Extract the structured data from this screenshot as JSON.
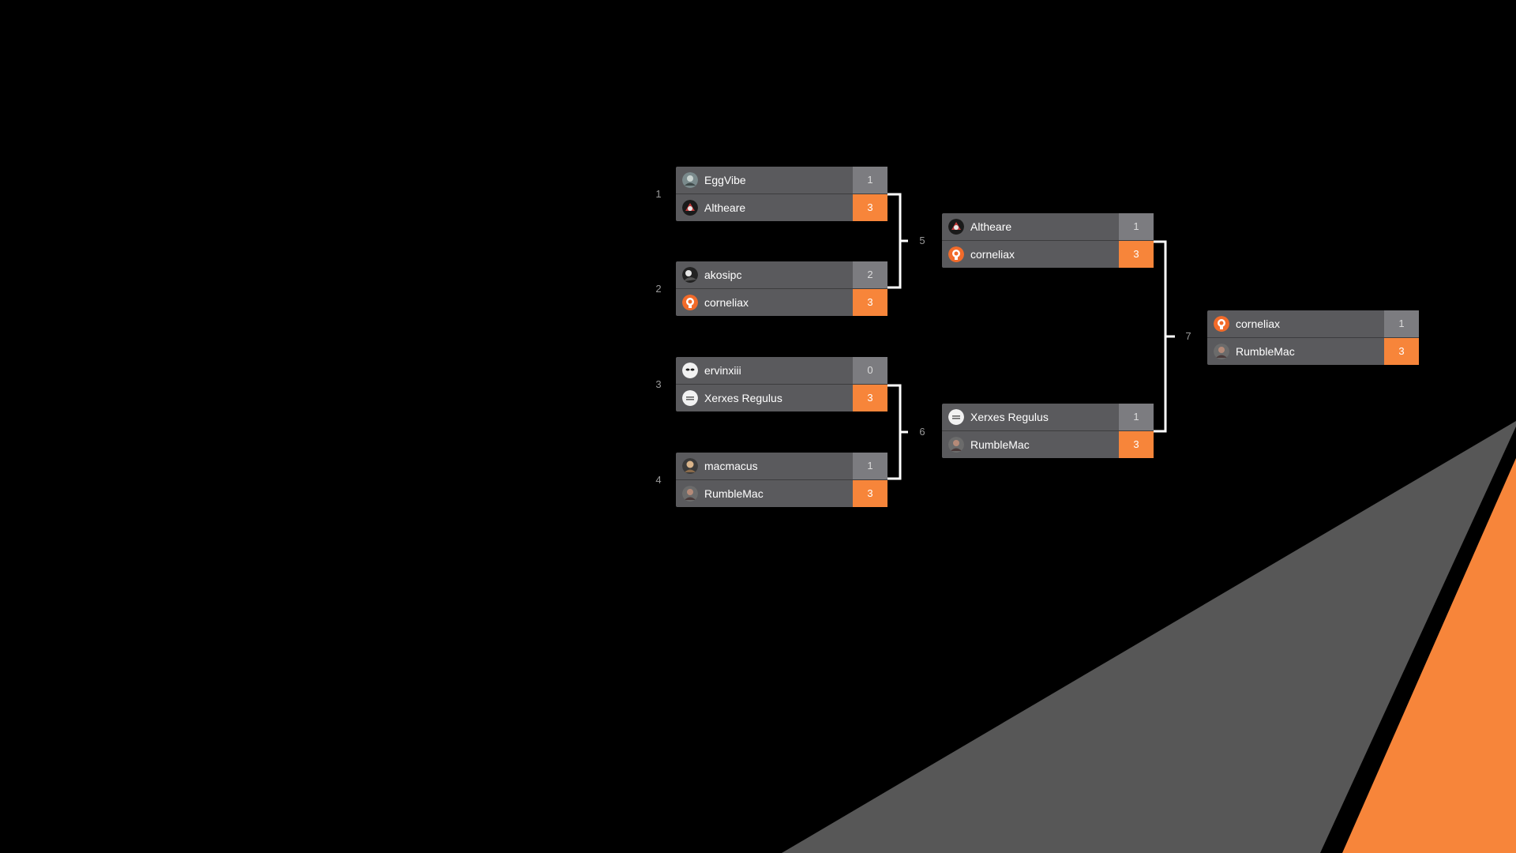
{
  "colors": {
    "background": "#000000",
    "slot": "#5a5a5d",
    "score_loss": "#7c7c80",
    "score_win": "#f7853a",
    "connector": "#ffffff",
    "match_number": "#9a9a9a",
    "triangle_gray": "#575757",
    "triangle_orange": "#f7853a"
  },
  "bracket": {
    "matches": [
      {
        "number": "1",
        "players": [
          {
            "name": "EggVibe",
            "score": "1",
            "avatar": "eggvibe-avatar-icon"
          },
          {
            "name": "Altheare",
            "score": "3",
            "avatar": "altheare-avatar-icon",
            "winner": true
          }
        ]
      },
      {
        "number": "2",
        "players": [
          {
            "name": "akosipc",
            "score": "2",
            "avatar": "akosipc-avatar-icon"
          },
          {
            "name": "corneliax",
            "score": "3",
            "avatar": "corneliax-avatar-icon",
            "winner": true
          }
        ]
      },
      {
        "number": "3",
        "players": [
          {
            "name": "ervinxiii",
            "score": "0",
            "avatar": "ervinxiii-avatar-icon"
          },
          {
            "name": "Xerxes Regulus",
            "score": "3",
            "avatar": "xerxes-avatar-icon",
            "winner": true
          }
        ]
      },
      {
        "number": "4",
        "players": [
          {
            "name": "macmacus",
            "score": "1",
            "avatar": "macmacus-avatar-icon"
          },
          {
            "name": "RumbleMac",
            "score": "3",
            "avatar": "rumblemac-avatar-icon",
            "winner": true
          }
        ]
      },
      {
        "number": "5",
        "players": [
          {
            "name": "Altheare",
            "score": "1",
            "avatar": "altheare-avatar-icon"
          },
          {
            "name": "corneliax",
            "score": "3",
            "avatar": "corneliax-avatar-icon",
            "winner": true
          }
        ]
      },
      {
        "number": "6",
        "players": [
          {
            "name": "Xerxes Regulus",
            "score": "1",
            "avatar": "xerxes-avatar-icon"
          },
          {
            "name": "RumbleMac",
            "score": "3",
            "avatar": "rumblemac-avatar-icon",
            "winner": true
          }
        ]
      },
      {
        "number": "7",
        "players": [
          {
            "name": "corneliax",
            "score": "1",
            "avatar": "corneliax-avatar-icon"
          },
          {
            "name": "RumbleMac",
            "score": "3",
            "avatar": "rumblemac-avatar-icon",
            "winner": true
          }
        ]
      }
    ]
  }
}
